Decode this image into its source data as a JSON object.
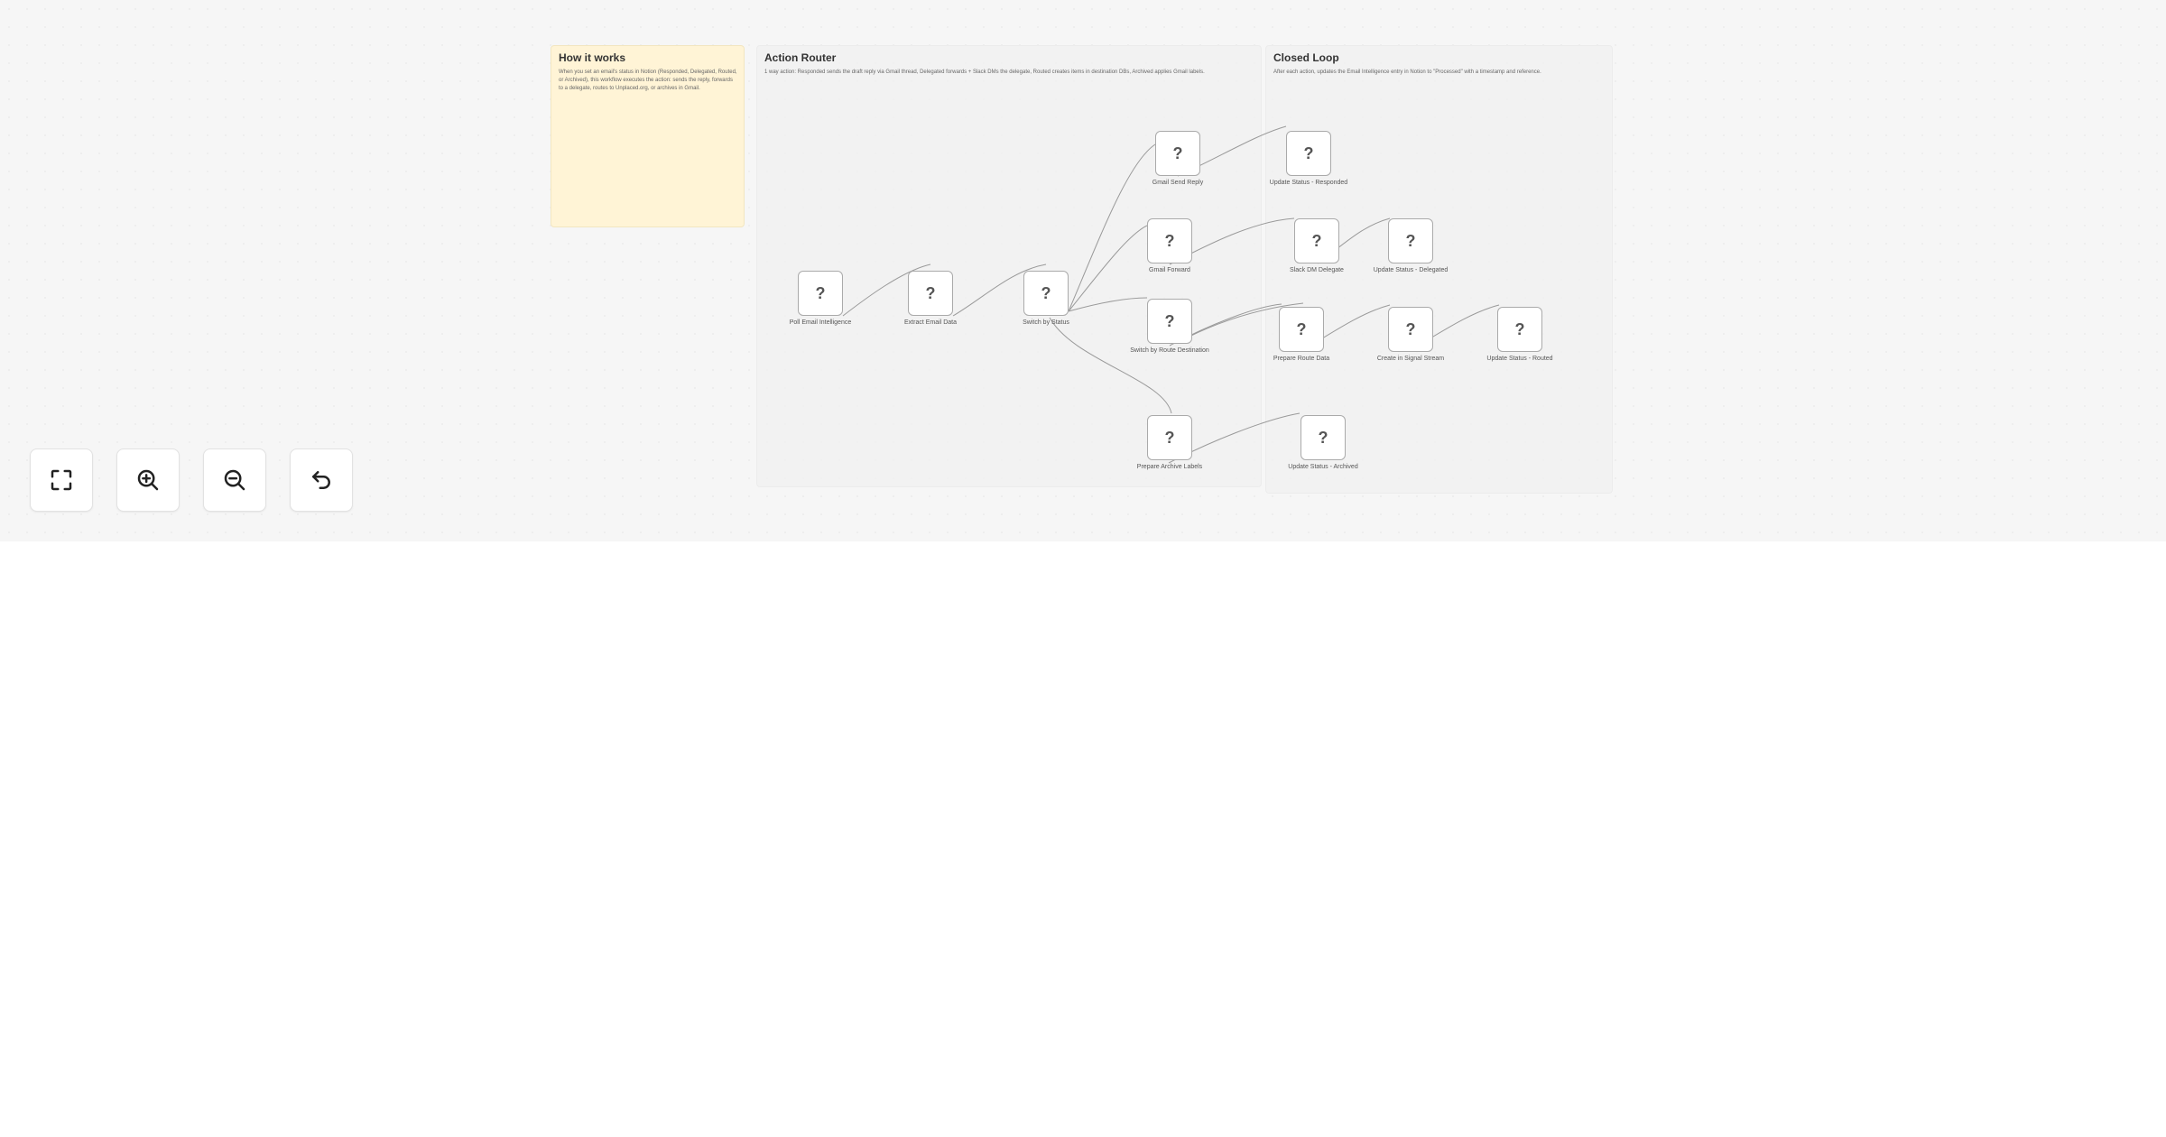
{
  "stickies": {
    "how": {
      "title": "How it works",
      "body": "When you set an email's status in Notion (Responded, Delegated, Routed, or Archived), this workflow executes the action: sends the reply, forwards to a delegate, routes to Unplaced.org, or archives in Gmail."
    },
    "router": {
      "title": "Action Router",
      "body": "1 way action: Responded sends the draft reply via Gmail thread, Delegated forwards + Slack DMs the delegate, Routed creates items in destination DBs, Archived applies Gmail labels."
    },
    "loop": {
      "title": "Closed Loop",
      "body": "After each action, updates the Email Intelligence entry in Notion to \"Processed\" with a timestamp and reference."
    }
  },
  "node_icon": "?",
  "nodes": {
    "poll": "Poll Email Intelligence",
    "extract": "Extract Email Data",
    "switch_status": "Switch by Status",
    "send_reply": "Gmail Send Reply",
    "forward": "Gmail Forward",
    "switch_route": "Switch by Route Destination",
    "archive_labels": "Prepare Archive Labels",
    "upd_responded": "Update Status - Responded",
    "slack": "Slack DM Delegate",
    "upd_delegated": "Update Status - Delegated",
    "prep_route": "Prepare Route Data",
    "create_signal": "Create in Signal Stream",
    "upd_routed": "Update Status - Routed",
    "upd_archived": "Update Status - Archived"
  },
  "controls": {
    "fit": "fit-view-icon",
    "zoom_in": "zoom-in-icon",
    "zoom_out": "zoom-out-icon",
    "undo": "undo-icon"
  },
  "colors": {
    "canvas": "#f6f6f6",
    "sticky_yellow": "#fff4d6",
    "sticky_gray": "#f1f1f1",
    "node_border": "#aaaaaa",
    "edge": "#9a9a9a"
  }
}
